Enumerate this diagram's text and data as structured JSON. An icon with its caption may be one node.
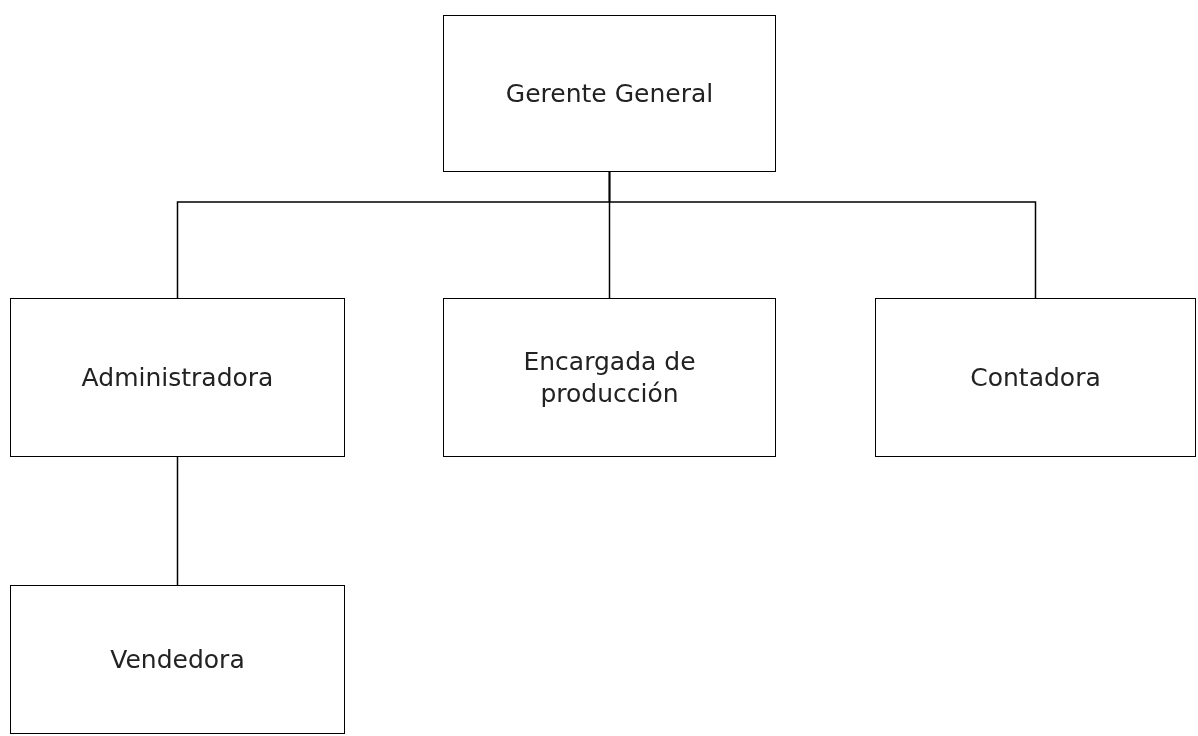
{
  "diagram": {
    "nodes": [
      {
        "text": [
          "Gerente General"
        ]
      },
      {
        "text": [
          "Administradora"
        ]
      },
      {
        "text": [
          "Encargada de producción"
        ]
      },
      {
        "text": [
          "Contadora"
        ]
      },
      {
        "text": [
          "Vendedora"
        ]
      }
    ],
    "edges": [
      {
        "from": 0,
        "to": 1,
        "arrow": "none"
      },
      {
        "from": 0,
        "to": 2,
        "arrow": "none"
      },
      {
        "from": 0,
        "to": 3,
        "arrow": "none"
      },
      {
        "from": 1,
        "to": 4,
        "arrow": "none"
      }
    ]
  }
}
